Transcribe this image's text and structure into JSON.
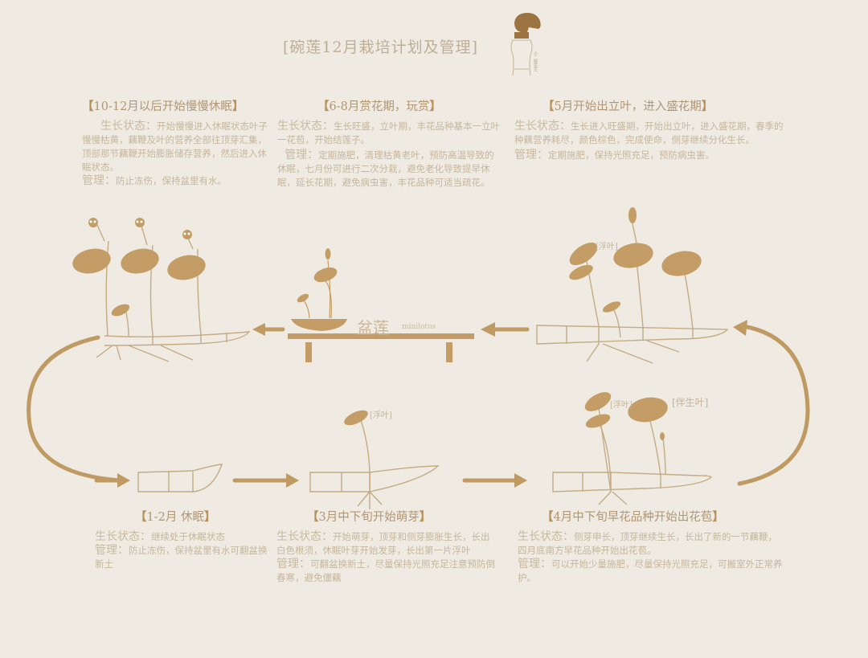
{
  "title": "[碗莲12月栽培计划及管理]",
  "logo": {
    "icon": "bonsai-vase-logo",
    "vertical_text": "小二微花艺"
  },
  "colors": {
    "background": "#efebe3",
    "accent": "#bf9a62",
    "text": "#c6b69b",
    "heading": "#b09672"
  },
  "stages": [
    {
      "id": "oct-dec",
      "heading_open": "【",
      "heading": "10-12月以后开始慢慢休眠",
      "heading_close": "】",
      "growth_label": "生长状态：",
      "growth_text": "开始慢慢进入休眠状态叶子慢慢枯黄，藕鞭及叶的营养全部往顶芽汇集，顶部那节藕鞭开始膨胀储存营养，然后进入休眠状态。",
      "mgmt_label": "管理：",
      "mgmt_text": "防止冻伤，保持盆里有水。"
    },
    {
      "id": "jun-aug",
      "heading_open": "【",
      "heading": "6-8月赏花期，玩赏",
      "heading_close": "】",
      "growth_label": "生长状态：",
      "growth_text": "生长旺盛，立叶期，丰花品种基本一立叶一花苞，开始结莲子。",
      "mgmt_label": "管理：",
      "mgmt_text": "定期施肥，清理枯黄老叶，预防高温导致的休眠，七月份可进行二次分栽，避免老化导致提早休眠，延长花期，避免病虫害，丰花品种可适当疏花。"
    },
    {
      "id": "may",
      "heading_open": "【",
      "heading": "5月开始出立叶，进入盛花期",
      "heading_close": "】",
      "growth_label": "生长状态：",
      "growth_text": "生长进入旺盛期，开始出立叶，进入盛花期，春季的种藕营养耗尽，颜色棕色，完成使命，侧芽继续分化生长。",
      "mgmt_label": "管理：",
      "mgmt_text": "定期施肥，保持光照充足，预防病虫害。"
    },
    {
      "id": "jan-feb",
      "heading_open": "【",
      "heading": "1-2月 休眠",
      "heading_close": "】",
      "growth_label": "生长状态：",
      "growth_text": "继续处于休眠状态",
      "mgmt_label": "管理：",
      "mgmt_text": "防止冻伤，保持盆里有水可翻盆换新土"
    },
    {
      "id": "mar",
      "heading_open": "【",
      "heading": "3月中下旬开始萌芽",
      "heading_close": "】",
      "growth_label": "生长状态：",
      "growth_text": "开始萌芽，顶芽和侧芽膨胀生长，长出白色根须，休眠叶芽开始发芽，长出第一片浮叶",
      "mgmt_label": "管理：",
      "mgmt_text": "可翻盆换新土，尽量保持光照充足注意预防倒春寒，避免僵藕"
    },
    {
      "id": "apr",
      "heading_open": "【",
      "heading": "4月中下旬早花品种开始出花苞",
      "heading_close": "】",
      "growth_label": "生长状态：",
      "growth_text": "侧芽申长，顶芽继续生长，长出了新的一节藕鞭，四月底南方早花品种开始出花苞。",
      "mgmt_label": "管理：",
      "mgmt_text": "可以开始少量施肥，尽量保持光照充足，可搬室外正常养护。"
    }
  ],
  "center": {
    "label": "盆莲",
    "sub": "minilotus"
  },
  "tags": {
    "floating_leaf": "[浮叶]",
    "companion_leaf": "[伴生叶]"
  }
}
